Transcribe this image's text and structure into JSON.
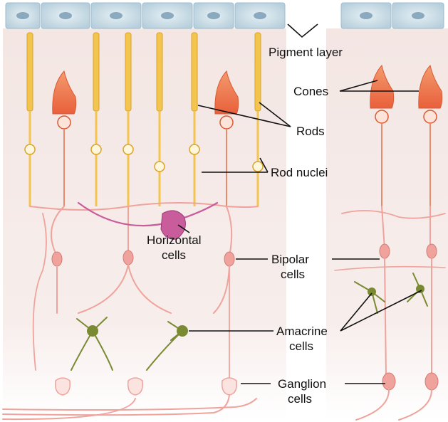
{
  "labels": {
    "pigment_layer": "Pigment layer",
    "cones": "Cones",
    "rods": "Rods",
    "rod_nuclei": "Rod nuclei",
    "horizontal_line1": "Horizontal",
    "horizontal_line2": "cells",
    "bipolar_line1": "Bipolar",
    "bipolar_line2": "cells",
    "amacrine_line1": "Amacrine",
    "amacrine_line2": "cells",
    "ganglion_line1": "Ganglion",
    "ganglion_line2": "cells"
  },
  "colors": {
    "background_top": "#f5ecea",
    "background_bottom": "#ffffff",
    "pigment_cell": "#cfe1ea",
    "pigment_nucleus": "#6f93ad",
    "rod": "#f3c44e",
    "rod_outline": "#d9a42a",
    "cone": "#f07a4f",
    "neuron": "#efa39c",
    "horizontal_cell": "#c95c9a",
    "amacrine": "#7a8a32"
  }
}
